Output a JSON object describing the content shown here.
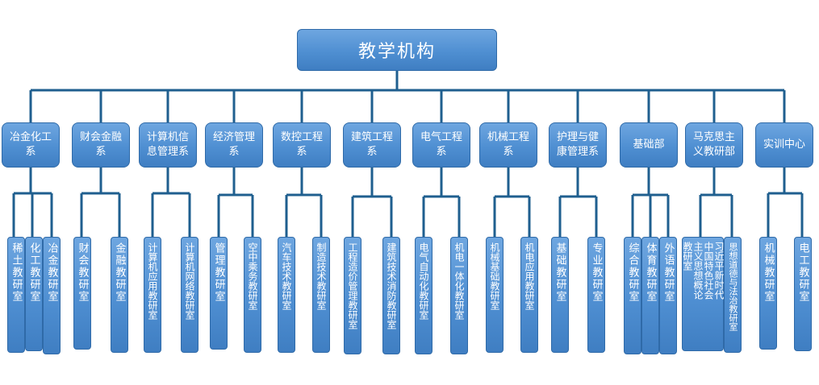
{
  "root": {
    "label": "教学机构"
  },
  "departments": [
    {
      "id": "d1",
      "label": "冶金化工系",
      "rooms": [
        "稀土教研室",
        "化工教研室",
        "冶金教研室"
      ]
    },
    {
      "id": "d2",
      "label": "财会金融系",
      "rooms": [
        "财会教研室",
        "金融教研室"
      ]
    },
    {
      "id": "d3",
      "label": "计算机信息管理系",
      "rooms": [
        "计算机应用教研室",
        "计算机网络教研室"
      ]
    },
    {
      "id": "d4",
      "label": "经济管理系",
      "rooms": [
        "管理教研室",
        "空中乘务教研室"
      ]
    },
    {
      "id": "d5",
      "label": "数控工程系",
      "rooms": [
        "汽车技术教研室",
        "制造技术教研室"
      ]
    },
    {
      "id": "d6",
      "label": "建筑工程系",
      "rooms": [
        "工程造价管理教研室",
        "建筑技术消防教研室"
      ]
    },
    {
      "id": "d7",
      "label": "电气工程系",
      "rooms": [
        "电气自动化教研室",
        "机电一体化教研室"
      ]
    },
    {
      "id": "d8",
      "label": "机械工程系",
      "rooms": [
        "机械基础教研室",
        "机电应用教研室"
      ]
    },
    {
      "id": "d9",
      "label": "护理与健康管理系",
      "rooms": [
        "基础教研室",
        "专业教研室"
      ]
    },
    {
      "id": "d10",
      "label": "基础部",
      "rooms": [
        "综合教研室",
        "体育教研室",
        "外语教研室"
      ]
    },
    {
      "id": "d11",
      "label": "马克思主义教研部",
      "rooms": [
        "习近平新时代中国特色社会主义思想概论教研室",
        "思想道德与法治教研室"
      ]
    },
    {
      "id": "d12",
      "label": "实训中心",
      "rooms": [
        "机械教研室",
        "电工教研室"
      ]
    }
  ],
  "colors": {
    "box_fill": "#4f8fd2",
    "box_border": "#2f6aa8",
    "line": "#1f5f8f",
    "text": "#ffffff"
  }
}
